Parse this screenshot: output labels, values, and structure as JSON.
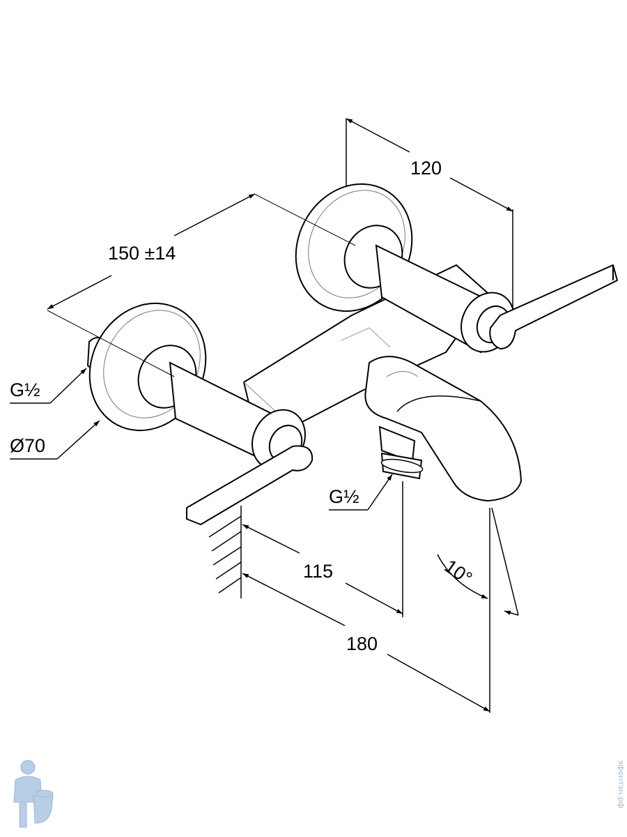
{
  "dimensions": {
    "width_120": "120",
    "spacing_150": "150 ±14",
    "inlet_thread": "G½",
    "rosette_diameter": "Ø70",
    "outlet_thread": "G½",
    "projection_115": "115",
    "projection_180": "180",
    "spout_angle": "10°"
  },
  "watermark": {
    "site_text": "эфонтэн.рф",
    "logo": "plumber-mascot-logo"
  },
  "colors": {
    "line": "#000000",
    "background": "#ffffff",
    "watermark": "#9fb8d8"
  }
}
